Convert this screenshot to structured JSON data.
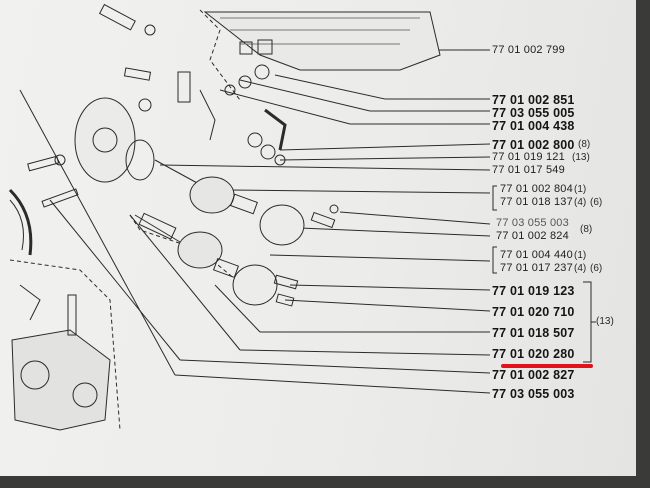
{
  "part_numbers": [
    {
      "number": "77 01 002 799"
    },
    {
      "number": "77 01 002 851"
    },
    {
      "number": "77 03 055 005"
    },
    {
      "number": "77 01 004 438"
    },
    {
      "number": "77 01 002 800",
      "qty": "(8)"
    },
    {
      "number": "77 01 019 121",
      "qty": "(13)"
    },
    {
      "number": "77 01 017 549"
    },
    {
      "number": "77 01 002 804",
      "qty": "(1)"
    },
    {
      "number": "77 01 018 137",
      "qty": "(4)"
    },
    {
      "number": "77 03 055 003"
    },
    {
      "number": "77 01 002 824"
    },
    {
      "number": "77 01 004 440",
      "qty": "(1)"
    },
    {
      "number": "77 01 017 237",
      "qty": "(4)"
    },
    {
      "number": "77 01 019 123"
    },
    {
      "number": "77 01 020 710"
    },
    {
      "number": "77 01 018 507"
    },
    {
      "number": "77 01 020 280"
    },
    {
      "number": "77 01 002 827"
    },
    {
      "number": "77 03 055 003"
    }
  ],
  "group_labels": {
    "g1": "(6)",
    "g2": "(8)",
    "g3": "(6)",
    "g4": "(13)"
  },
  "highlight": {
    "color": "#e3121a",
    "target": "77 01 020 280"
  }
}
